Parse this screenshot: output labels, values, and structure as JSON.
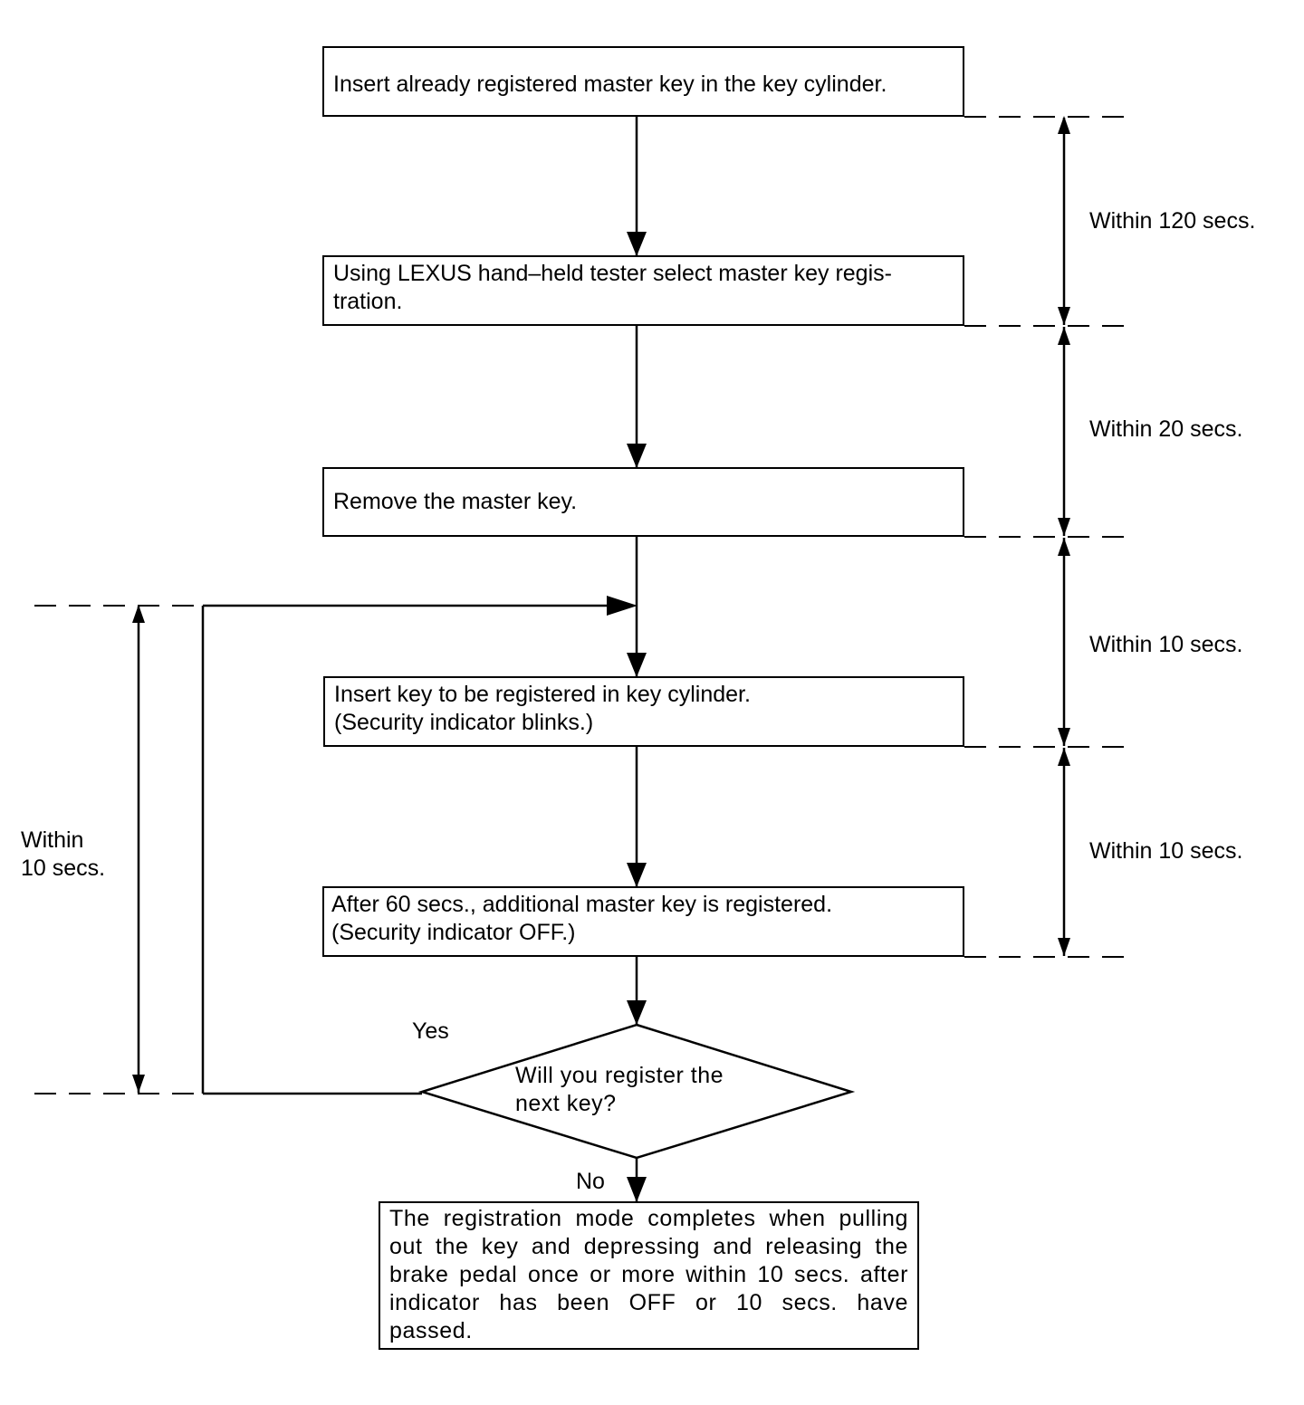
{
  "steps": {
    "step1": "Insert already registered master key in the key cylinder.",
    "step2": "Using LEXUS hand–held tester select master key regis-\ntration.",
    "step3": "Remove the master key.",
    "step4": "Insert key to be registered in key cylinder.\n(Security indicator blinks.)",
    "step5": "After 60 secs., additional master key is registered.\n(Security indicator OFF.)",
    "decision": "Will you register the\nnext key?",
    "final": "The registration mode completes when pulling out the key and depressing and releasing the brake pedal once or more within 10 secs. after indicator has been OFF or 10 secs. have passed."
  },
  "branches": {
    "yes": "Yes",
    "no": "No"
  },
  "timings": {
    "t1": "Within 120 secs.",
    "t2": "Within 20 secs.",
    "t3": "Within 10 secs.",
    "t4": "Within 10 secs.",
    "loop": "Within\n10 secs."
  }
}
